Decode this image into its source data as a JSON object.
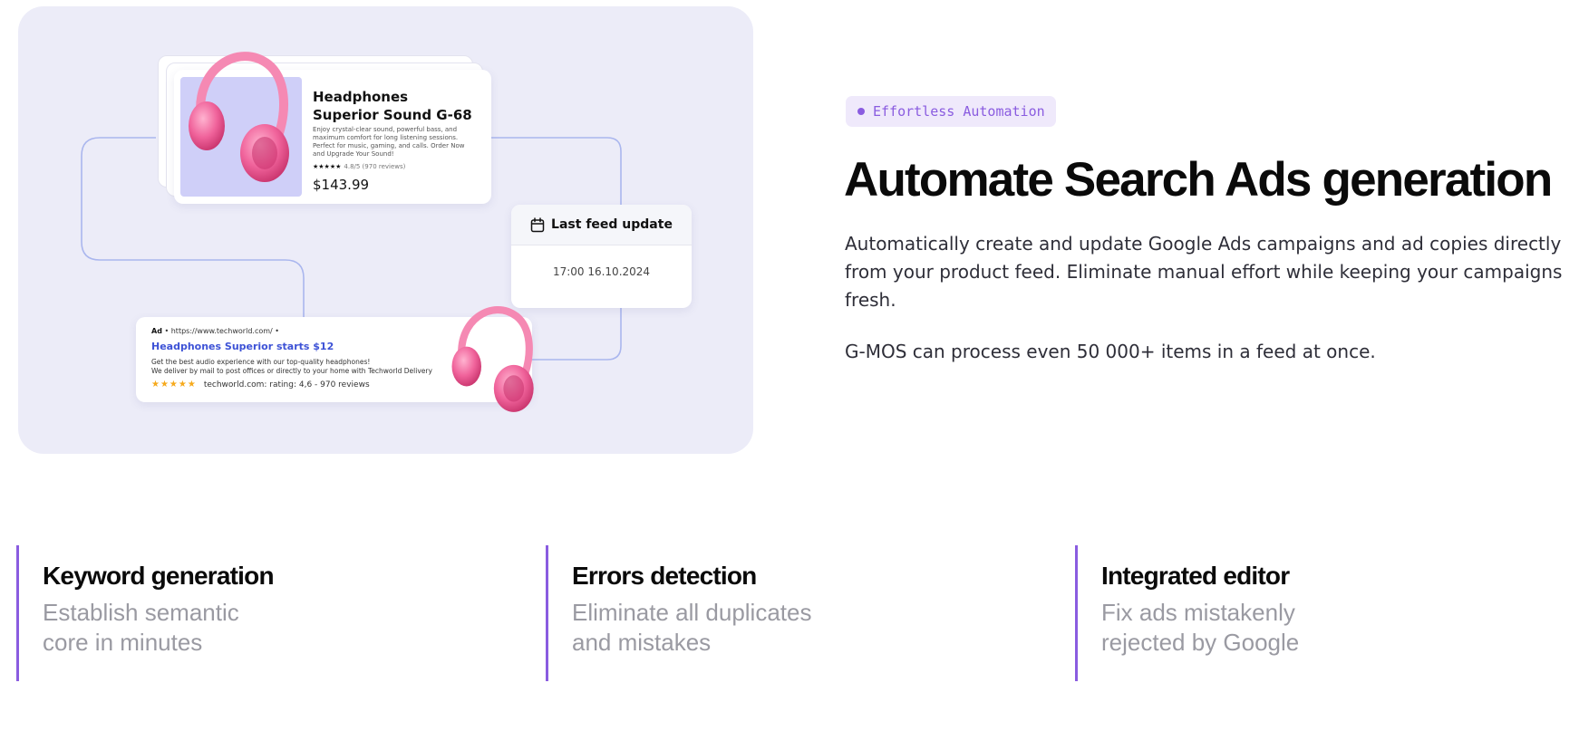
{
  "colors": {
    "panel_bg": "#ececf8",
    "accent": "#8a5ce0",
    "connector": "#aab6ee",
    "link": "#3d52d6",
    "star": "#f6a91b",
    "headphone": "#e84d8a"
  },
  "illustration": {
    "product_card": {
      "name_line1": "Headphones",
      "name_line2": "Superior Sound G-68",
      "description": "Enjoy crystal-clear sound, powerful bass, and maximum comfort for long listening sessions. Perfect for music, gaming, and calls. Order Now and Upgrade Your Sound!",
      "stars": "★★★★★",
      "rating": "4.8/5 (970 reviews)",
      "price": "$143.99"
    },
    "feed_card": {
      "icon": "calendar-icon",
      "title": "Last feed update",
      "value": "17:00 16.10.2024"
    },
    "ad_card": {
      "ad_label": "Ad",
      "url": "• https://www.techworld.com/ •",
      "title": "Headphones Superior starts $12",
      "desc_line1": "Get the best audio experience with our top-quality headphones!",
      "desc_line2": "We deliver by mail to post offices or directly to your home with Techworld Delivery",
      "stars": "★★★★★",
      "rating_text": "techworld.com: rating: 4,6 - 970 reviews"
    },
    "product_image_icon": "headphones-icon"
  },
  "content": {
    "badge": "Effortless Automation",
    "headline": "Automate Search Ads generation",
    "intro": "Automatically create and update Google Ads campaigns and ad copies directly from your product feed. Eliminate manual effort while keeping your campaigns fresh.",
    "note": "G-MOS can process even 50 000+ items in a feed at once."
  },
  "features": [
    {
      "title": "Keyword generation",
      "line1": "Establish semantic",
      "line2": "core in minutes"
    },
    {
      "title": "Errors detection",
      "line1": "Eliminate all duplicates",
      "line2": "and mistakes"
    },
    {
      "title": "Integrated editor",
      "line1": "Fix ads mistakenly",
      "line2": "rejected by Google"
    }
  ]
}
